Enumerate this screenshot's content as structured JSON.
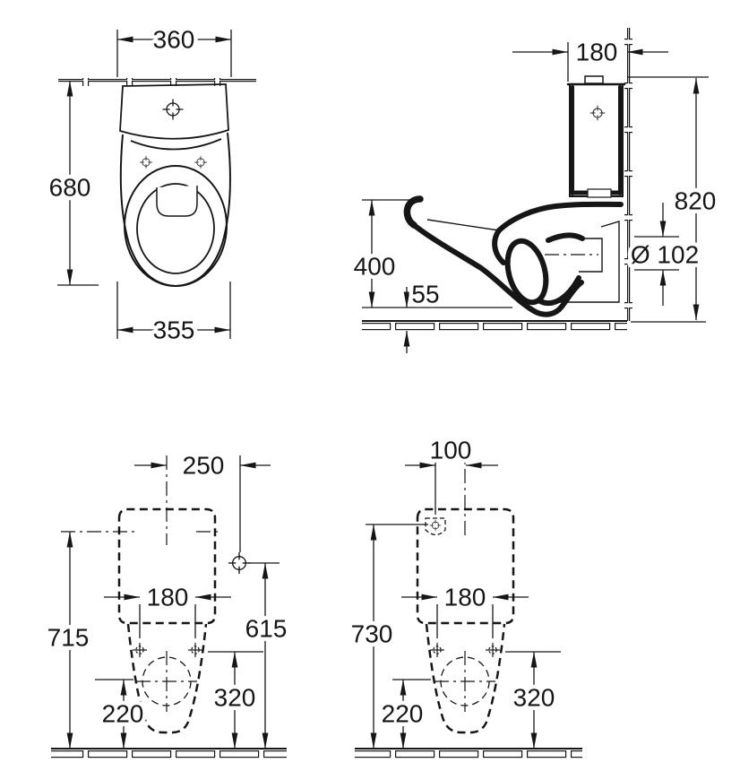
{
  "colors": {
    "ink": "#161616",
    "background": "#ffffff"
  },
  "views": {
    "front": {
      "width_top": "360",
      "height": "680",
      "width_bowl": "355"
    },
    "side": {
      "tank_depth": "180",
      "height_total": "820",
      "rim_height": "400",
      "outlet_floor_offset": "55",
      "outlet_diameter": "Ø 102"
    },
    "rear_a": {
      "supply_offset": "250",
      "bolt_spacing": "180",
      "height_ref": "715",
      "supply_height": "615",
      "outlet_height": "220",
      "bolt_height": "320"
    },
    "rear_b": {
      "supply_offset": "100",
      "bolt_spacing": "180",
      "supply_height": "730",
      "outlet_height": "220",
      "bolt_height": "320"
    }
  }
}
